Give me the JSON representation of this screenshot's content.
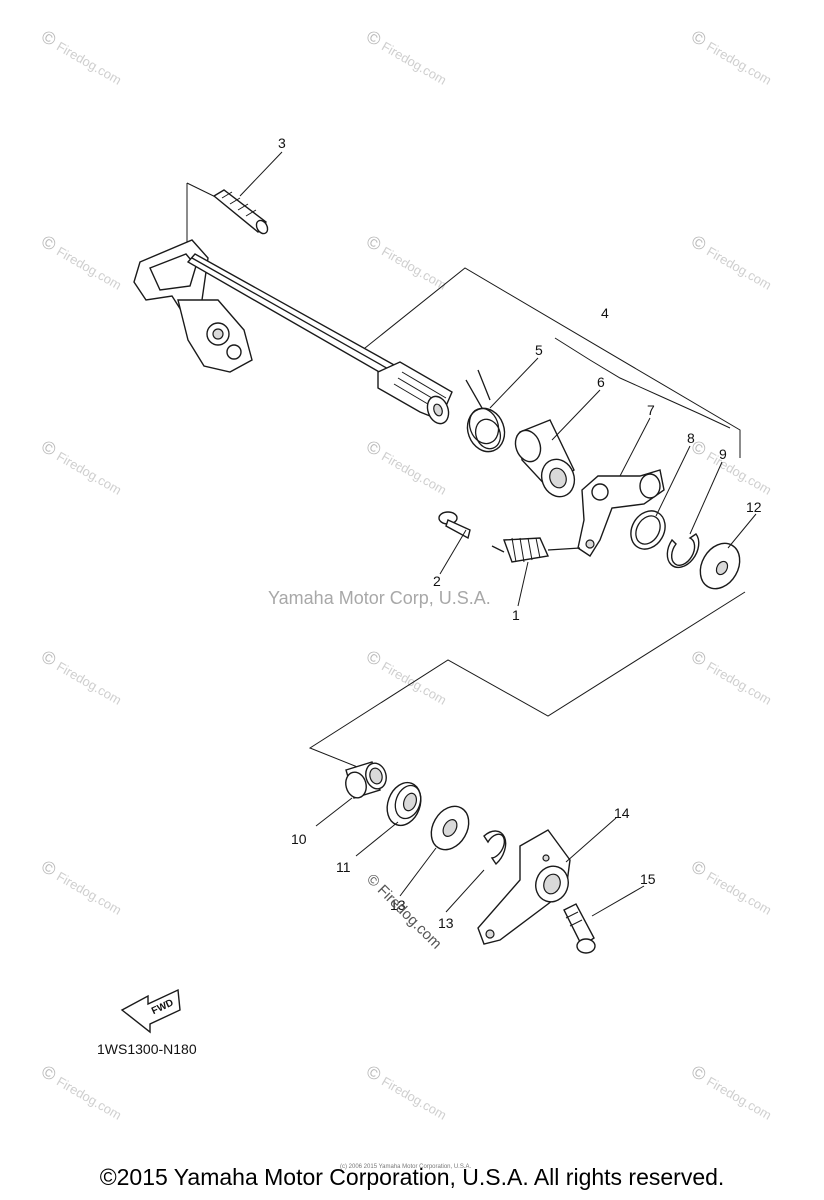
{
  "watermarks": {
    "brand": "Firedog.com",
    "copy_symbol": "©",
    "center": "Yamaha Motor Corp, U.S.A.",
    "mid": "© Firedog.com",
    "tiny": "(c) 2006 2015 Yamaha Motor Corporation, U.S.A."
  },
  "callouts": {
    "p1": "1",
    "p2": "2",
    "p3": "3",
    "p4": "4",
    "p5": "5",
    "p6": "6",
    "p7": "7",
    "p8": "8",
    "p9": "9",
    "p10": "10",
    "p11": "11",
    "p12": "12",
    "p13": "13",
    "p14": "14",
    "p15": "15"
  },
  "fwd_label": "FWD",
  "diagram_code": "1WS1300-N180",
  "copyright": "©2015 Yamaha Motor Corporation, U.S.A. All rights reserved."
}
